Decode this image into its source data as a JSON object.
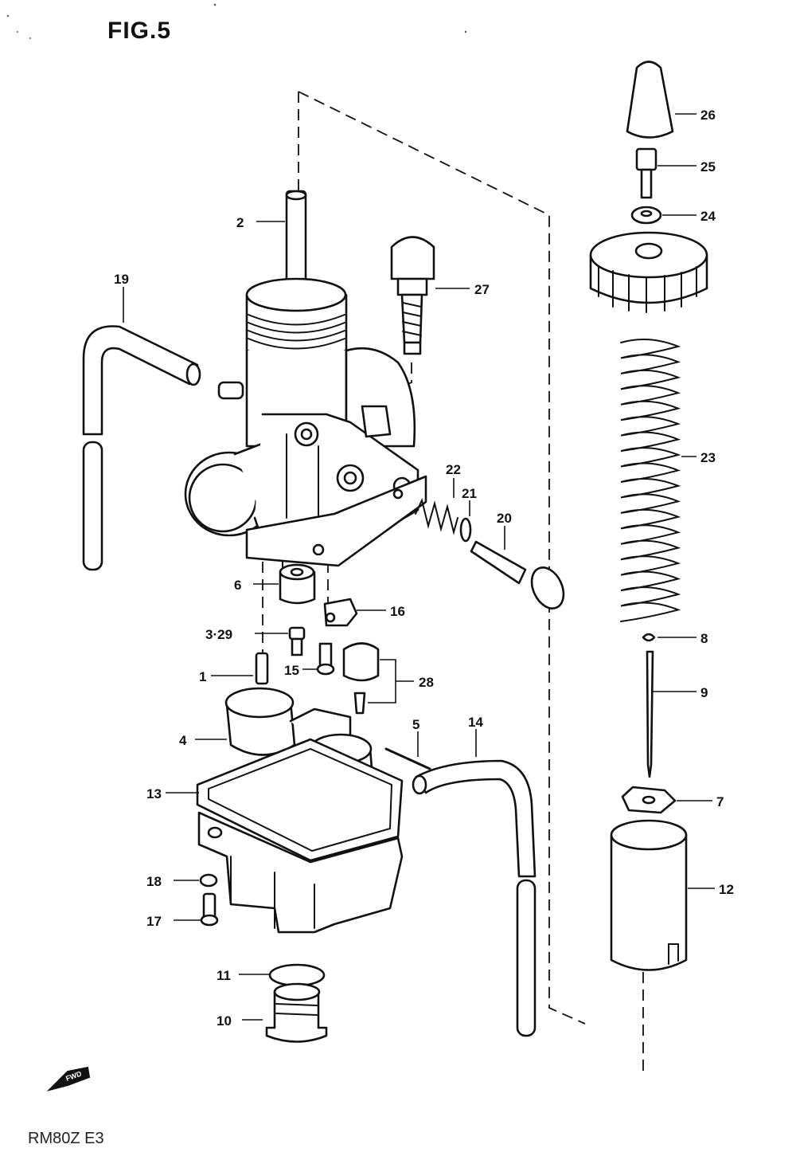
{
  "figure": {
    "title": "FIG.5",
    "model_code": "RM80Z E3",
    "fwd_badge": "FWD"
  },
  "callouts": {
    "c1": "1",
    "c2": "2",
    "c3": "3·29",
    "c4": "4",
    "c5": "5",
    "c6": "6",
    "c7": "7",
    "c8": "8",
    "c9": "9",
    "c10": "10",
    "c11": "11",
    "c12": "12",
    "c13": "13",
    "c14": "14",
    "c15": "15",
    "c16": "16",
    "c17": "17",
    "c18": "18",
    "c19": "19",
    "c20": "20",
    "c21": "21",
    "c22": "22",
    "c23": "23",
    "c24": "24",
    "c25": "25",
    "c26": "26",
    "c27": "27",
    "c28": "28"
  }
}
